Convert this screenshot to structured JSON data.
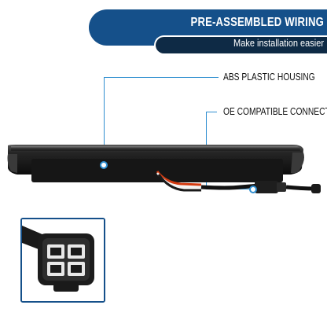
{
  "banner": {
    "title": "PRE-ASSEMBLED WIRING",
    "subtitle": "Make installation easier"
  },
  "callouts": [
    {
      "label": "ABS PLASTIC HOUSING"
    },
    {
      "label": "OE COMPATIBLE CONNECTOR"
    }
  ],
  "colors": {
    "banner_blue": "#15508a",
    "banner_dark": "#0e2a45",
    "callout_accent": "#2f8ed0"
  }
}
